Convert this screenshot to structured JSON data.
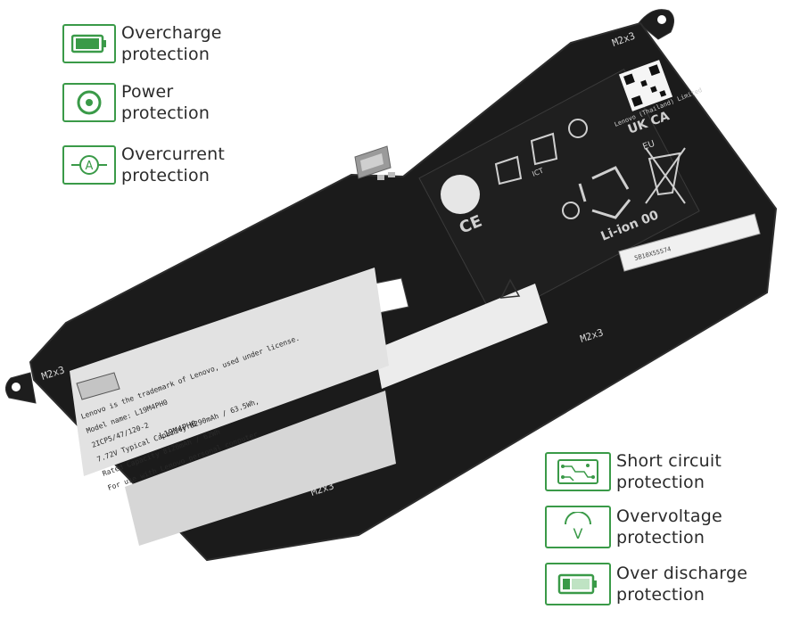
{
  "features": {
    "overcharge": "Overcharge\nprotection",
    "power": "Power\nprotection",
    "overcurrent": "Overcurrent\nprotection",
    "short_circuit": "Short circuit\nprotection",
    "overvoltage": "Overvoltage\nprotection",
    "over_discharge": "Over discharge\nprotection"
  },
  "icons": {
    "overcharge": "battery-full-icon",
    "power": "power-ring-icon",
    "overcurrent": "ampere-icon",
    "short_circuit": "circuit-board-icon",
    "overvoltage": "voltage-v-icon",
    "over_discharge": "battery-low-icon"
  },
  "battery": {
    "screw_labels": [
      "M2x3",
      "M2x3",
      "M2x3",
      "M2x3"
    ],
    "model": "L19M4PH0",
    "lines": [
      "Lenovo is the trademark of Lenovo, used under license.",
      "Model name: L19M4PH0",
      "2ICP5/47/120-2",
      "7.72V Typical Capacity 8290mAh / 63.5Wh,",
      "Rated Capacity 8120mAh / 62Wh",
      "For use with Lenovo personal computer"
    ],
    "chemistry": "Li-ion 00",
    "region_mark": "UK CA",
    "eu_mark": "EU",
    "ce_mark": "CE",
    "ict_mark": "ICT",
    "partner": "Lenovo (Thailand) Limited",
    "ref_code": "5B10X55574"
  },
  "colors": {
    "accent": "#3a9a48",
    "battery_body": "#1b1b1b",
    "label_paper": "#dcdcdc"
  }
}
